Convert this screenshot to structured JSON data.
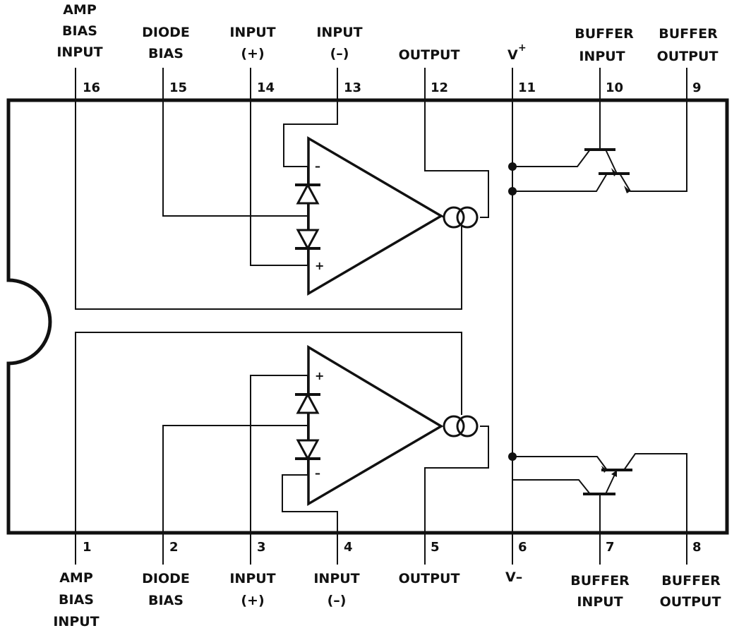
{
  "pins": [
    {
      "number": "16",
      "label": [
        "AMP",
        "BIAS",
        "INPUT"
      ]
    },
    {
      "number": "15",
      "label": [
        "DIODE",
        "BIAS"
      ]
    },
    {
      "number": "14",
      "label": [
        "INPUT",
        "(+)"
      ]
    },
    {
      "number": "13",
      "label": [
        "INPUT",
        "(–)"
      ]
    },
    {
      "number": "12",
      "label": [
        "OUTPUT"
      ]
    },
    {
      "number": "11",
      "label": [
        "V",
        "+"
      ]
    },
    {
      "number": "10",
      "label": [
        "BUFFER",
        "INPUT"
      ]
    },
    {
      "number": "9",
      "label": [
        "BUFFER",
        "OUTPUT"
      ]
    },
    {
      "number": "1",
      "label": [
        "AMP",
        "BIAS",
        "INPUT"
      ]
    },
    {
      "number": "2",
      "label": [
        "DIODE",
        "BIAS"
      ]
    },
    {
      "number": "3",
      "label": [
        "INPUT",
        "(+)"
      ]
    },
    {
      "number": "4",
      "label": [
        "INPUT",
        "(–)"
      ]
    },
    {
      "number": "5",
      "label": [
        "OUTPUT"
      ]
    },
    {
      "number": "6",
      "label": [
        "V–"
      ]
    },
    {
      "number": "7",
      "label": [
        "BUFFER",
        "INPUT"
      ]
    },
    {
      "number": "8",
      "label": [
        "BUFFER",
        "OUTPUT"
      ]
    }
  ],
  "amp_signs": {
    "top_inverting": "–",
    "top_noninverting": "+",
    "bottom_noninverting": "+",
    "bottom_inverting": "–"
  }
}
